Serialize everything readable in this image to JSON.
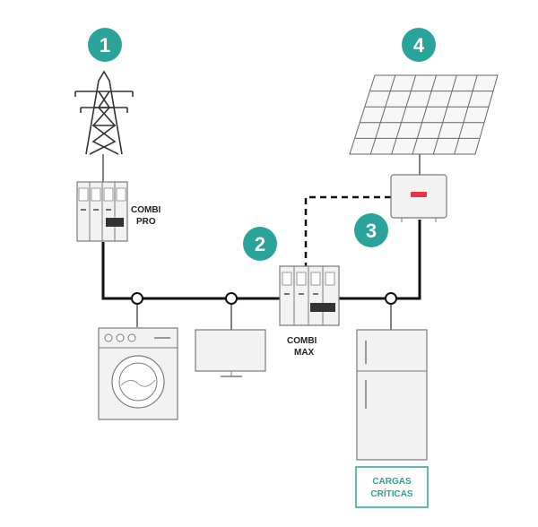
{
  "colors": {
    "teal": "#2aa39a",
    "line": "#111111",
    "device_stroke": "#7a7a7a",
    "device_fill": "#f2f2f2",
    "inverter_accent": "#e8344a"
  },
  "badges": [
    "1",
    "2",
    "3",
    "4"
  ],
  "devices": {
    "combi_pro": {
      "line1": "COMBI",
      "line2": "PRO"
    },
    "combi_max": {
      "line1": "COMBI",
      "line2": "MAX"
    }
  },
  "critical_loads": {
    "line1": "CARGAS",
    "line2": "CRÍTICAS"
  },
  "icons": [
    "transmission-tower-icon",
    "solar-panel-icon",
    "inverter-icon",
    "surge-protector-icon",
    "washing-machine-icon",
    "television-icon",
    "refrigerator-icon"
  ]
}
